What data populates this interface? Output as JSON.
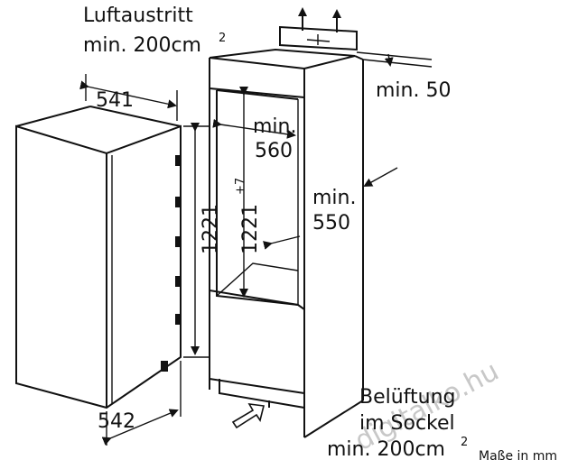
{
  "labels": {
    "air_outlet_line1": "Luftaustritt",
    "air_outlet_line2": "min. 200cm",
    "air_outlet_sup": "2",
    "gap_top": "min. 50",
    "width_top": "541",
    "height_left": "1221",
    "niche_width_line1": "min.",
    "niche_width_line2": "560",
    "niche_height": "1221",
    "niche_height_sup": "+7",
    "niche_depth_line1": "min.",
    "niche_depth_line2": "550",
    "depth_bottom": "542",
    "ventilation_line1": "Belüftung",
    "ventilation_line2": "im Sockel",
    "ventilation_line3": "min. 200cm",
    "ventilation_sup": "2",
    "units": "Maße in mm",
    "watermark": "digitalko.hu"
  },
  "colors": {
    "line": "#111111",
    "panel_fill": "#d9d9d9",
    "watermark": "#c8c8c8"
  }
}
